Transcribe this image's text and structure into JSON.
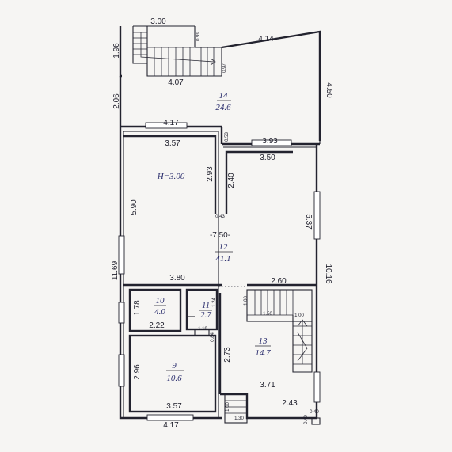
{
  "floor_height": "H=3.00",
  "rooms": [
    {
      "number": "14",
      "area": "24.6"
    },
    {
      "number": "12",
      "area": "41.1"
    },
    {
      "number": "10",
      "area": "4.0"
    },
    {
      "number": "11",
      "area": "2.7"
    },
    {
      "number": "13",
      "area": "14.7"
    },
    {
      "number": "9",
      "area": "10.6"
    }
  ],
  "dimensions": {
    "porch_top": "3.00",
    "porch_bottom": "4.07",
    "porch_left": "1.96",
    "stair_top_step": "0.99",
    "stair_bottom_step": "0.97",
    "terrace_top": "4.14",
    "terrace_right": "4.50",
    "terrace_left": "2.06",
    "top_wall": "4.17",
    "r12_top_left": "3.57",
    "r12_notch": "2.93",
    "r12_notch_small": "0.53",
    "r12_top_right_outer": "3.93",
    "r12_top_right_inner": "3.50",
    "r12_inner_wall": "2.40",
    "r12_inner_wall_small": "0.43",
    "r12_left": "5.90",
    "r12_right": "5.37",
    "r12_width": "-7.50-",
    "r12_bottom_left": "3.80",
    "r12_bottom_right": "2.60",
    "total_left": "11.69",
    "total_right": "10.16",
    "r10_height": "1.78",
    "r10_width": "2.22",
    "r11_height": "1.24",
    "r11_width": "1.19",
    "r11_small": "0.84",
    "stair_landing": "1.00",
    "stair_width_a": "1.50",
    "stair_width_b": "1.00",
    "r13_left": "2.73",
    "r13_bottom": "3.71",
    "r9_height": "2.96",
    "r9_bottom": "3.57",
    "entry_height": "1.00",
    "entry_width": "1.30",
    "entry_right": "2.43",
    "corner_a": "0.40",
    "corner_b": "0.40",
    "bottom_total": "4.17"
  }
}
